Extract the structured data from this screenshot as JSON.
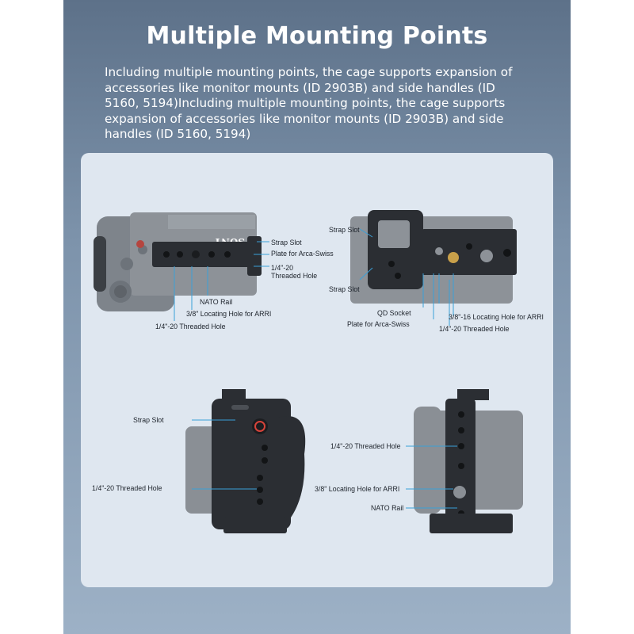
{
  "title": "Multiple Mounting Points",
  "description": "Including multiple mounting points, the cage supports expansion of accessories like monitor mounts (ID 2903B) and side handles (ID 5160, 5194)Including multiple mounting points, the cage supports expansion of accessories like monitor mounts (ID 2903B) and side handles (ID 5160, 5194)",
  "colors": {
    "poster_top": "#5d7189",
    "poster_bottom": "#9db1c6",
    "panel": "#dfe7f0",
    "cage": "#2b2e33",
    "camera": "#8a8f95",
    "callout": "#3aa0d8"
  },
  "views": {
    "top_left": {
      "brand": "SONY",
      "labels": [
        "Strap Slot",
        "Plate for Arca-Swiss",
        "1/4\"-20",
        "Threaded Hole",
        "NATO Rail",
        "3/8\" Locating Hole for ARRI",
        "1/4\"-20 Threaded Hole"
      ]
    },
    "top_right": {
      "labels": [
        "Strap Slot",
        "Strap Slot",
        "QD Socket",
        "Plate for Arca-Swiss",
        "3/8\"-16 Locating Hole for ARRI",
        "1/4\"-20 Threaded Hole"
      ]
    },
    "bottom_left": {
      "labels": [
        "Strap Slot",
        "1/4\"-20 Threaded Hole"
      ]
    },
    "bottom_right": {
      "labels": [
        "1/4\"-20 Threaded Hole",
        "3/8\" Locating Hole for ARRI",
        "NATO Rail"
      ]
    }
  }
}
